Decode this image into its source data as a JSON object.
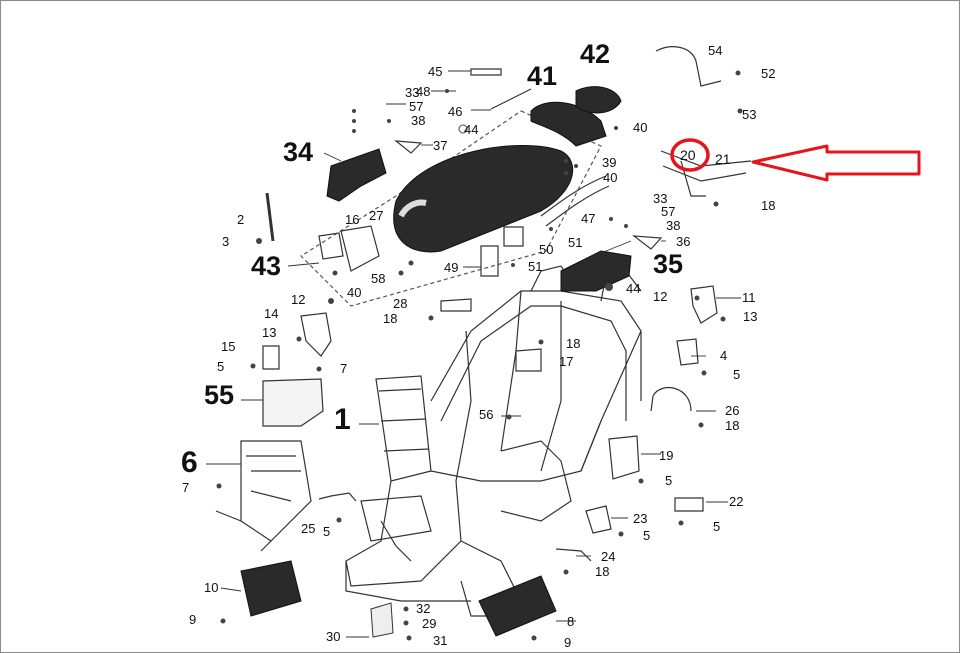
{
  "highlight": {
    "part": "20",
    "ring_color": "#e8141c",
    "arrow_color": "#e8141c"
  },
  "labels": {
    "p1": "1",
    "p2": "2",
    "p3": "3",
    "p4": "4",
    "p5": "5",
    "p6": "6",
    "p7": "7",
    "p8": "8",
    "p9": "9",
    "p10": "10",
    "p11": "11",
    "p12": "12",
    "p13": "13",
    "p14": "14",
    "p15": "15",
    "p16": "16",
    "p17": "17",
    "p18": "18",
    "p19": "19",
    "p20": "20",
    "p21": "21",
    "p22": "22",
    "p23": "23",
    "p24": "24",
    "p25": "25",
    "p26": "26",
    "p27": "27",
    "p28": "28",
    "p29": "29",
    "p30": "30",
    "p31": "31",
    "p32": "32",
    "p33": "33",
    "p34": "34",
    "p35": "35",
    "p36": "36",
    "p37": "37",
    "p38": "38",
    "p39": "39",
    "p40": "40",
    "p41": "41",
    "p42": "42",
    "p43": "43",
    "p44": "44",
    "p45": "45",
    "p46": "46",
    "p47": "47",
    "p48": "48",
    "p49": "49",
    "p50": "50",
    "p51": "51",
    "p52": "52",
    "p53": "53",
    "p54": "54",
    "p55": "55",
    "p56": "56",
    "p57": "57",
    "p58": "58"
  }
}
